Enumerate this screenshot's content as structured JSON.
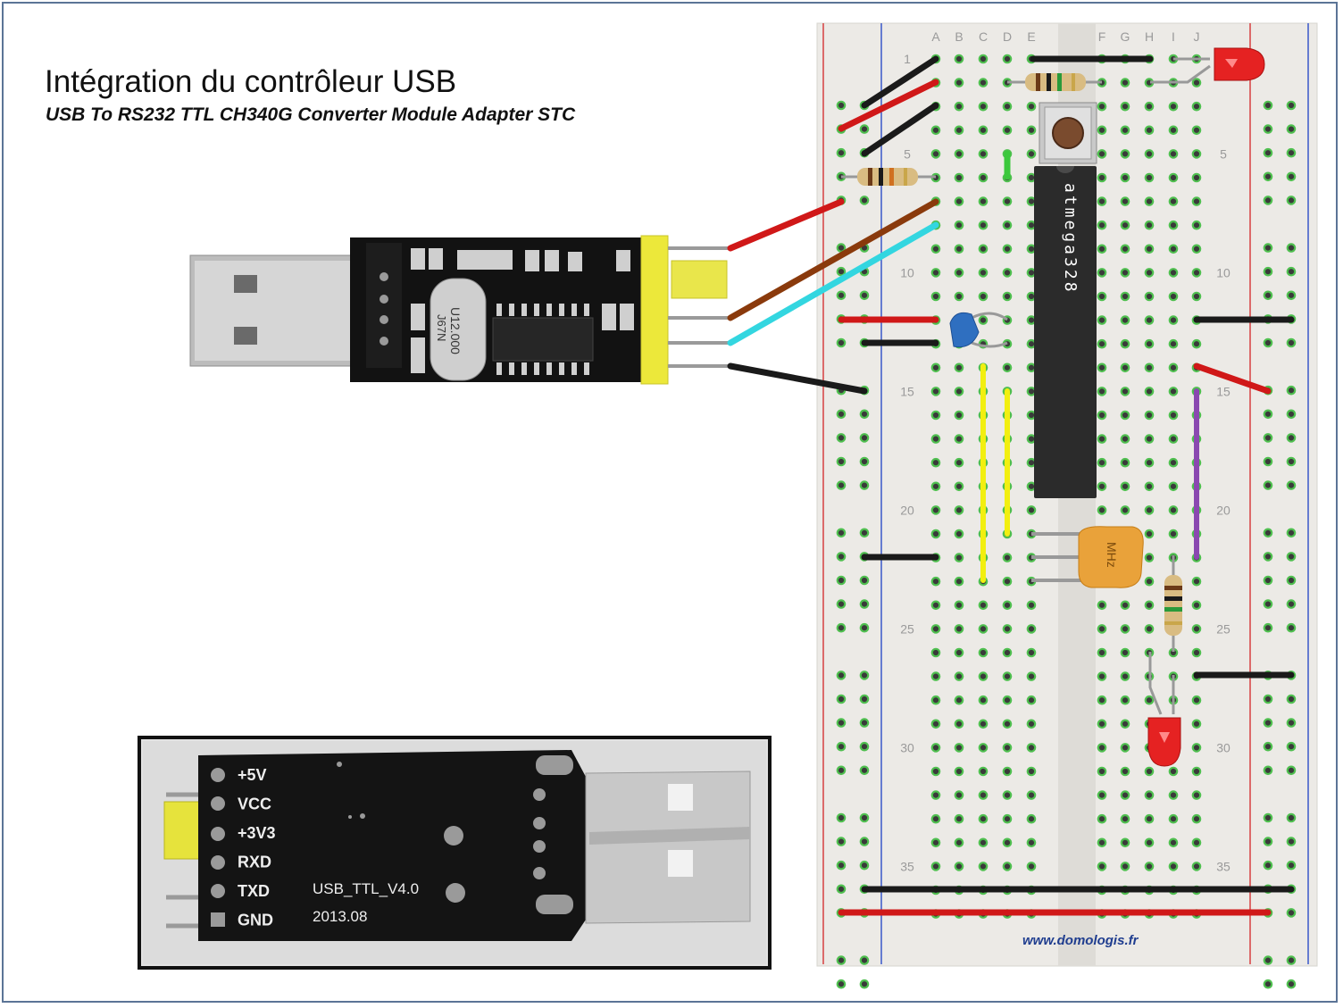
{
  "title": "Intégration du contrôleur USB",
  "subtitle": "USB To RS232 TTL CH340G Converter Module Adapter STC",
  "website": "www.domologis.fr",
  "breadboard": {
    "columns": [
      "A",
      "B",
      "C",
      "D",
      "E",
      "F",
      "G",
      "H",
      "I",
      "J"
    ],
    "row_numbers": [
      "1",
      "5",
      "10",
      "15",
      "20",
      "25",
      "30",
      "35"
    ]
  },
  "chip": {
    "label": "atmega328"
  },
  "crystal": {
    "label": "MHz"
  },
  "usb_module_top": {
    "crystal_label": "U12.000",
    "crystal_sublabel": "J67N"
  },
  "usb_module_bottom": {
    "pins": [
      "+5V",
      "VCC",
      "+3V3",
      "RXD",
      "TXD",
      "GND"
    ],
    "version": "USB_TTL_V4.0",
    "date": "2013.08"
  },
  "colors": {
    "wire_red": "#d01818",
    "wire_black": "#1a1a1a",
    "wire_brown": "#8a3a0c",
    "wire_cyan": "#33d6e0",
    "wire_yellow": "#f2ef10",
    "wire_purple": "#8a48b0",
    "hole_green": "#4fbf4f",
    "frame": "#5b7496"
  }
}
